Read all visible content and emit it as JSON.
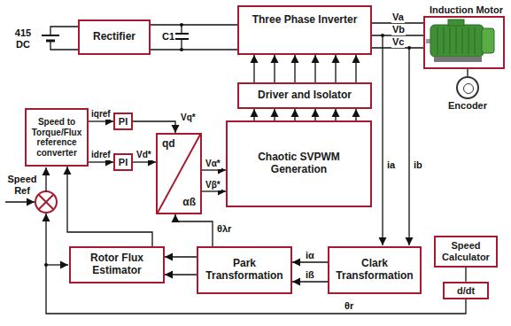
{
  "diagram": {
    "nodes": [
      {
        "text": [
          "Rectifier"
        ]
      },
      {
        "text": [
          "Three Phase Inverter"
        ]
      },
      {
        "text": [
          "Induction Motor"
        ]
      },
      {
        "text": [
          "Driver and Isolator"
        ]
      },
      {
        "text": [
          "Speed to Torque/Flux reference converter"
        ]
      },
      {
        "text": [
          "PI"
        ]
      },
      {
        "text": [
          "PI"
        ]
      },
      {
        "text": [
          "qd",
          "αß"
        ]
      },
      {
        "text": [
          "Chaotic SVPWM Generation"
        ]
      },
      {
        "text": [
          "Encoder"
        ]
      },
      {
        "text": [
          "Speed Calculator"
        ]
      },
      {
        "text": [
          "d/dt"
        ]
      },
      {
        "text": [
          "Rotor Flux Estimator"
        ]
      },
      {
        "text": [
          "Park Transformation"
        ]
      },
      {
        "text": [
          "Clark Transformation"
        ]
      }
    ],
    "edges": [
      {
        "from": 0,
        "to": 1,
        "arrow": "none"
      },
      {
        "from": 0,
        "to": 1,
        "arrow": "none"
      },
      {
        "from": 1,
        "to": 2,
        "arrow": "none",
        "label": "Va"
      },
      {
        "from": 1,
        "to": 2,
        "arrow": "none",
        "label": "Vb"
      },
      {
        "from": 1,
        "to": 2,
        "arrow": "none",
        "label": "Vc"
      },
      {
        "from": 3,
        "to": 1,
        "arrow": "to"
      },
      {
        "from": 3,
        "to": 1,
        "arrow": "to"
      },
      {
        "from": 3,
        "to": 1,
        "arrow": "to"
      },
      {
        "from": 3,
        "to": 1,
        "arrow": "to"
      },
      {
        "from": 3,
        "to": 1,
        "arrow": "to"
      },
      {
        "from": 3,
        "to": 1,
        "arrow": "to"
      },
      {
        "from": 8,
        "to": 3,
        "arrow": "to"
      },
      {
        "from": 8,
        "to": 3,
        "arrow": "to"
      },
      {
        "from": 8,
        "to": 3,
        "arrow": "to"
      },
      {
        "from": 8,
        "to": 3,
        "arrow": "to"
      },
      {
        "from": 8,
        "to": 3,
        "arrow": "to"
      },
      {
        "from": 8,
        "to": 3,
        "arrow": "to"
      },
      {
        "from": 2,
        "to": 9,
        "arrow": "none"
      },
      {
        "from": 10,
        "to": 11,
        "arrow": "none"
      },
      {
        "from": 14,
        "to": 13,
        "arrow": "to",
        "label": "iα"
      },
      {
        "from": 14,
        "to": 13,
        "arrow": "to",
        "label": "iß"
      },
      {
        "from": 13,
        "to": 12,
        "arrow": "to"
      },
      {
        "from": 13,
        "to": 12,
        "arrow": "to"
      },
      {
        "from": 13,
        "to": 7,
        "arrow": "to",
        "label": "θλr"
      },
      {
        "from": 12,
        "to": 4,
        "arrow": "to"
      },
      {
        "from": 4,
        "to": 5,
        "arrow": "to",
        "label": "iqref"
      },
      {
        "from": 4,
        "to": 6,
        "arrow": "to",
        "label": "idref"
      },
      {
        "from": 5,
        "to": 7,
        "arrow": "to",
        "label": "Vq*"
      },
      {
        "from": 6,
        "to": 7,
        "arrow": "to",
        "label": "Vd*"
      },
      {
        "from": 7,
        "to": 8,
        "arrow": "to",
        "label": "Vα*"
      },
      {
        "from": 7,
        "to": 8,
        "arrow": "to",
        "label": "Vβ*"
      }
    ],
    "labels": [
      "415 DC",
      "C1",
      "ia",
      "ib",
      "Speed Ref",
      "θr"
    ]
  }
}
